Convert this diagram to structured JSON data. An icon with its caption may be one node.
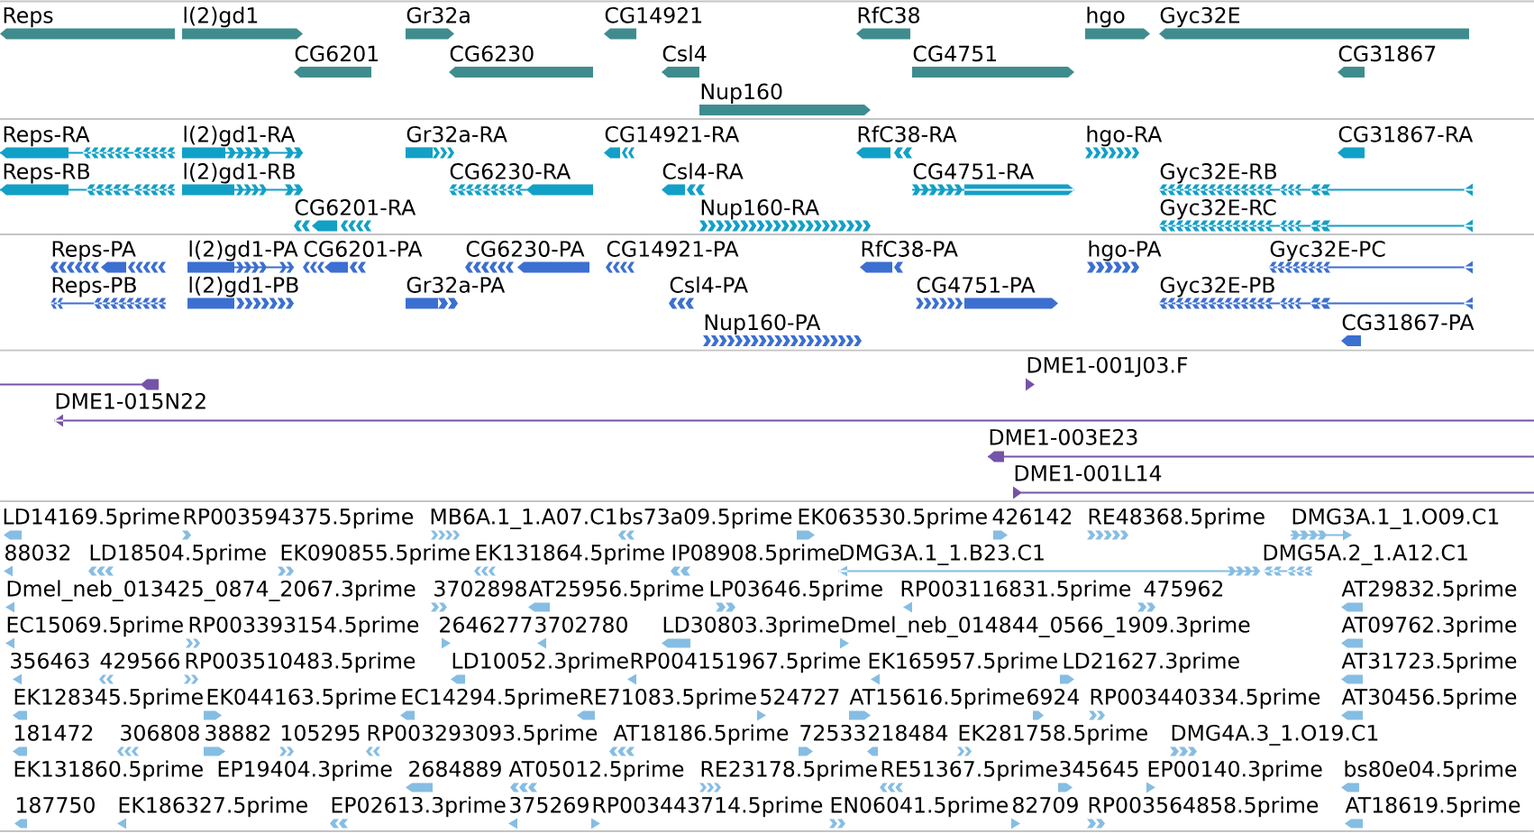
{
  "diagram": {
    "labels": [
      "Reps",
      "l(2)gd1",
      "Gr32a",
      "CG14921",
      "RfC38",
      "hgo",
      "Gyc32E",
      "CG6201",
      "CG6230",
      "Csl4",
      "CG4751",
      "CG31867",
      "Nup160",
      "Reps-RA",
      "l(2)gd1-RA",
      "Gr32a-RA",
      "CG14921-RA",
      "RfC38-RA",
      "hgo-RA",
      "CG31867-RA",
      "Reps-RB",
      "l(2)gd1-RB",
      "CG6230-RA",
      "Csl4-RA",
      "CG4751-RA",
      "Gyc32E-RB",
      "CG6201-RA",
      "Nup160-RA",
      "Gyc32E-RC",
      "Reps-PA",
      "l(2)gd1-PA",
      "CG6201-PA",
      "CG6230-PA",
      "CG14921-PA",
      "RfC38-PA",
      "hgo-PA",
      "Gyc32E-PC",
      "Reps-PB",
      "l(2)gd1-PB",
      "Gr32a-PA",
      "Csl4-PA",
      "CG4751-PA",
      "Gyc32E-PB",
      "Nup160-PA",
      "CG31867-PA",
      "DME1-001J03.F",
      "DME1-015N22",
      "DME1-003E23",
      "DME1-001L14",
      "LD14169.5prime",
      "RP003594375.5prime",
      "MB6A.1_1.A07.C1",
      "bs73a09.5prime",
      "EK063530.5prime",
      "426142",
      "RE48368.5prime",
      "DMG3A.1_1.O09.C1",
      "88032",
      "LD18504.5prime",
      "EK090855.5prime",
      "EK131864.5prime",
      "IP08908.5prime",
      "DMG3A.1_1.B23.C1",
      "DMG5A.2_1.A12.C1",
      "Dmel_neb_013425_0874_2067.3prime",
      "3702898",
      "AT25956.5prime",
      "LP03646.5prime",
      "RP003116831.5prime",
      "475962",
      "AT29832.5prime",
      "EC15069.5prime",
      "RP003393154.5prime",
      "2646277",
      "3702780",
      "LD30803.3prime",
      "Dmel_neb_014844_0566_1909.3prime",
      "AT09762.3prime",
      "356463",
      "429566",
      "RP003510483.5prime",
      "LD10052.3prime",
      "RP004151967.5prime",
      "EK165957.5prime",
      "LD21627.3prime",
      "AT31723.5prime",
      "EK128345.5prime",
      "EK044163.5prime",
      "EC14294.5prime",
      "RE71083.5prime",
      "524727",
      "AT15616.5prime",
      "6924",
      "RP003440334.5prime",
      "AT30456.5prime",
      "181472",
      "306808",
      "38882",
      "105295",
      "RP003293093.5prime",
      "AT18186.5prime",
      "72533",
      "218484",
      "EK281758.5prime",
      "DMG4A.3_1.O19.C1",
      "EK131860.5prime",
      "EP19404.3prime",
      "2684889",
      "AT05012.5prime",
      "RE23178.5prime",
      "RE51367.5prime",
      "345645",
      "EP00140.3prime",
      "bs80e04.5prime",
      "187750",
      "EK186327.5prime",
      "EP02613.3prime",
      "375269",
      "RP003443714.5prime",
      "EN06041.5prime",
      "82709",
      "RP003564858.5prime",
      "AT18619.5prime"
    ]
  }
}
